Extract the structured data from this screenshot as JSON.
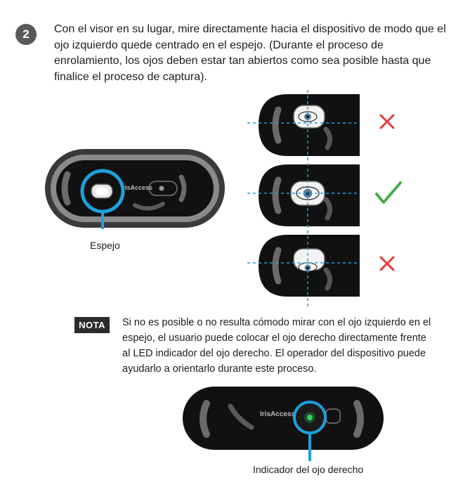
{
  "step": {
    "number": "2",
    "instruction": "Con el visor en su lugar, mire directamente hacia el dispositivo de modo que el ojo izquierdo quede centrado en el espejo. (Durante el proceso de enrolamiento, los ojos deben estar tan abiertos como sea posible hasta que finalice el proceso de captura)."
  },
  "device_figure": {
    "brand_logo": "IrisAccess",
    "mirror_label": "Espejo",
    "accent_color": "#1ba1dc"
  },
  "alignment_examples": [
    {
      "status": "incorrect",
      "icon": "red-x-icon",
      "color": "#e53a3a"
    },
    {
      "status": "correct",
      "icon": "green-check-icon",
      "color": "#45ad49"
    },
    {
      "status": "incorrect",
      "icon": "red-x-icon",
      "color": "#e53a3a"
    }
  ],
  "note": {
    "badge": "NOTA",
    "text": "Si no es posible o no resulta cómodo mirar con el ojo izquierdo en el espejo, el usuario puede colocar el ojo derecho directamente frente al LED indicador del ojo derecho. El operador del dispositivo puede ayudarlo a orientarlo durante este proceso."
  },
  "led_figure": {
    "brand_logo": "IrisAccess",
    "label": "Indicador del ojo derecho",
    "led_color": "#2fd457"
  }
}
